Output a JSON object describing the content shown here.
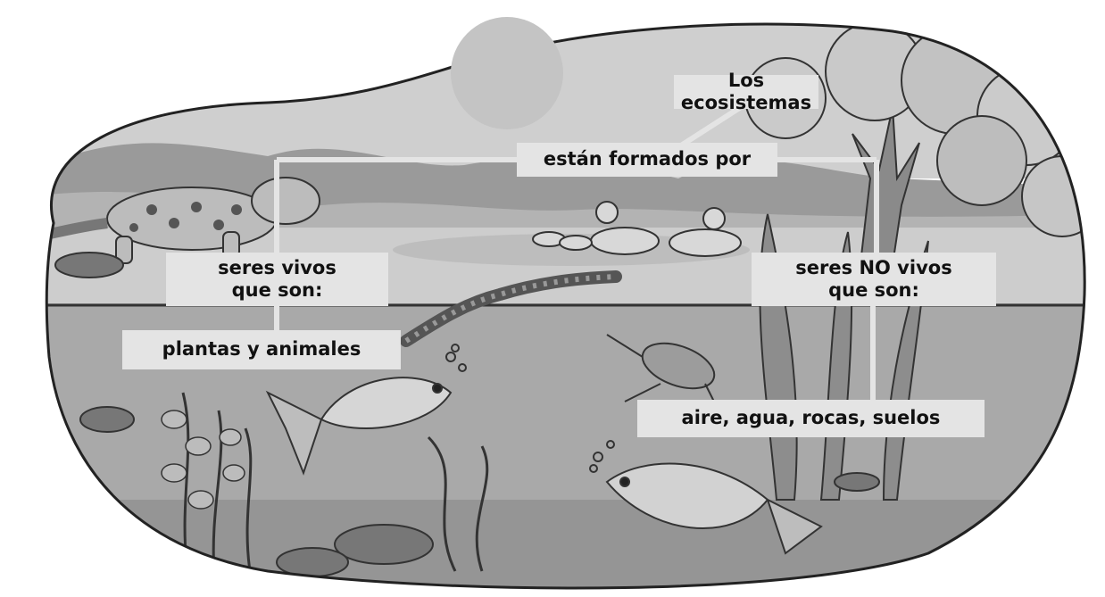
{
  "concept_map": {
    "root": "Los ecosistemas",
    "connector": "están formados por",
    "left_branch": {
      "line1": "seres vivos",
      "line2": "que son:",
      "answer": "plantas y animales"
    },
    "right_branch": {
      "line1": "seres NO vivos",
      "line2": "que son:",
      "answer": "aire, agua, rocas, suelos"
    }
  }
}
